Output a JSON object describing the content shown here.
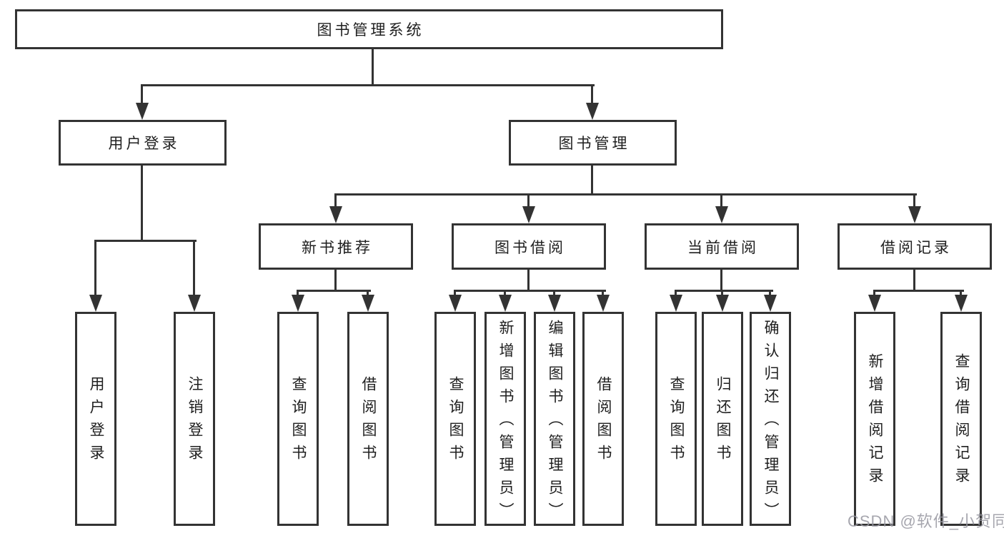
{
  "diagram": {
    "type": "tree",
    "root": {
      "label": "图书管理系统"
    },
    "branches": [
      {
        "label": "用户登录",
        "children": [
          {
            "label": "用户登录"
          },
          {
            "label": "注销登录"
          }
        ]
      },
      {
        "label": "图书管理",
        "children": [
          {
            "label": "新书推荐",
            "children": [
              {
                "label": "查询图书"
              },
              {
                "label": "借阅图书"
              }
            ]
          },
          {
            "label": "图书借阅",
            "children": [
              {
                "label": "查询图书"
              },
              {
                "label": "新增图书（管理员）"
              },
              {
                "label": "编辑图书（管理员）"
              },
              {
                "label": "借阅图书"
              }
            ]
          },
          {
            "label": "当前借阅",
            "children": [
              {
                "label": "查询图书"
              },
              {
                "label": "归还图书"
              },
              {
                "label": "确认归还（管理员）"
              }
            ]
          },
          {
            "label": "借阅记录",
            "children": [
              {
                "label": "新增借阅记录"
              },
              {
                "label": "查询借阅记录"
              }
            ]
          }
        ]
      }
    ]
  },
  "watermark": {
    "text": "CSDN @软件_小贺同学"
  },
  "colors": {
    "line": "#333333",
    "node_border": "#333333",
    "node_fill": "#ffffff",
    "text": "#1f1f1f",
    "watermark": "#9696a0",
    "background": "#ffffff"
  }
}
